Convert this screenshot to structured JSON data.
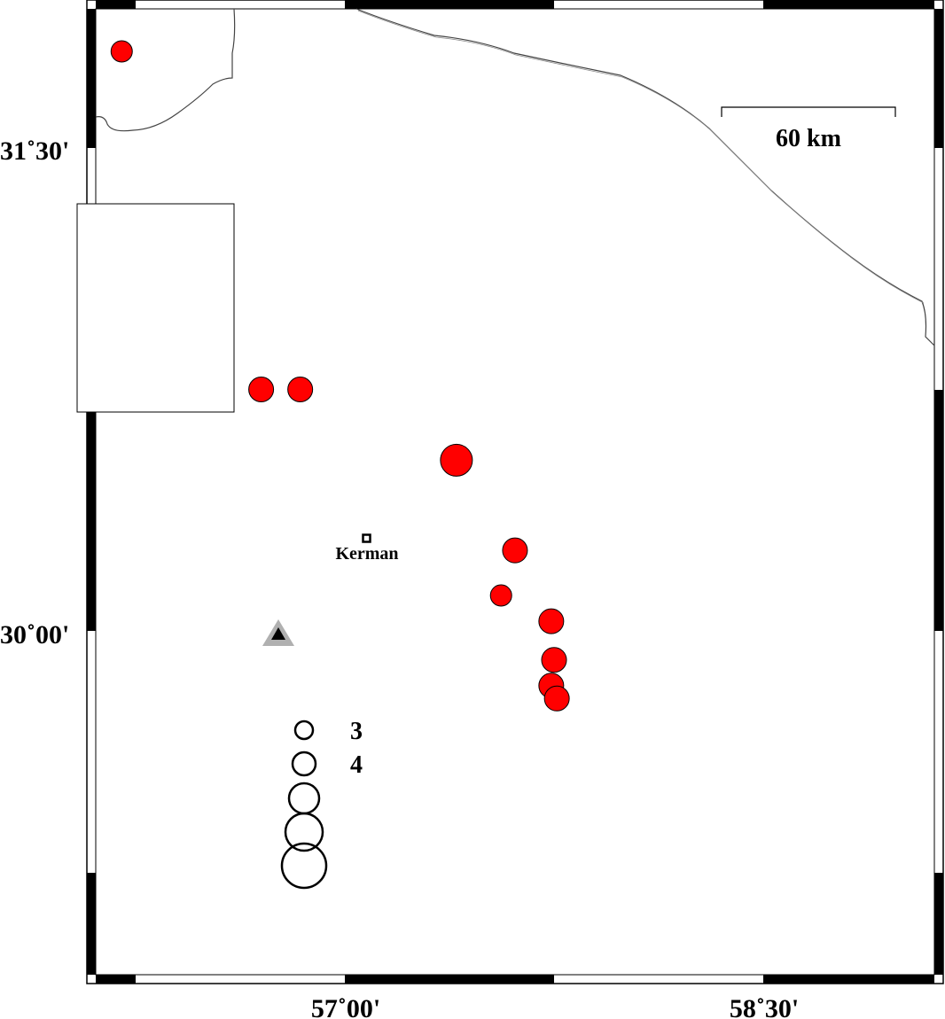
{
  "axes": {
    "lat_labels": [
      "31˚30'",
      "30˚00'"
    ],
    "lon_labels": [
      "57˚00'",
      "58˚30'"
    ]
  },
  "scale_bar": {
    "label": "60 km"
  },
  "city": {
    "name": "Kerman"
  },
  "colors": {
    "event": "#ff0000",
    "station_outer": "#b0b0b0",
    "station_inner": "#000000"
  },
  "events": [
    {
      "lon": 56.2,
      "lat": 31.8,
      "mag": 3.5
    },
    {
      "lon": 56.7,
      "lat": 30.75,
      "mag": 4.0
    },
    {
      "lon": 56.84,
      "lat": 30.75,
      "mag": 4.0
    },
    {
      "lon": 57.4,
      "lat": 30.53,
      "mag": 5.0
    },
    {
      "lon": 57.61,
      "lat": 30.25,
      "mag": 4.0
    },
    {
      "lon": 57.56,
      "lat": 30.11,
      "mag": 3.5
    },
    {
      "lon": 57.74,
      "lat": 30.03,
      "mag": 4.0
    },
    {
      "lon": 57.75,
      "lat": 29.91,
      "mag": 4.0
    },
    {
      "lon": 57.74,
      "lat": 29.83,
      "mag": 4.0
    },
    {
      "lon": 57.76,
      "lat": 29.79,
      "mag": 4.0
    }
  ],
  "legend": {
    "magnitudes": [
      3,
      4,
      5,
      6,
      7
    ],
    "labels": [
      "3",
      "4"
    ]
  }
}
